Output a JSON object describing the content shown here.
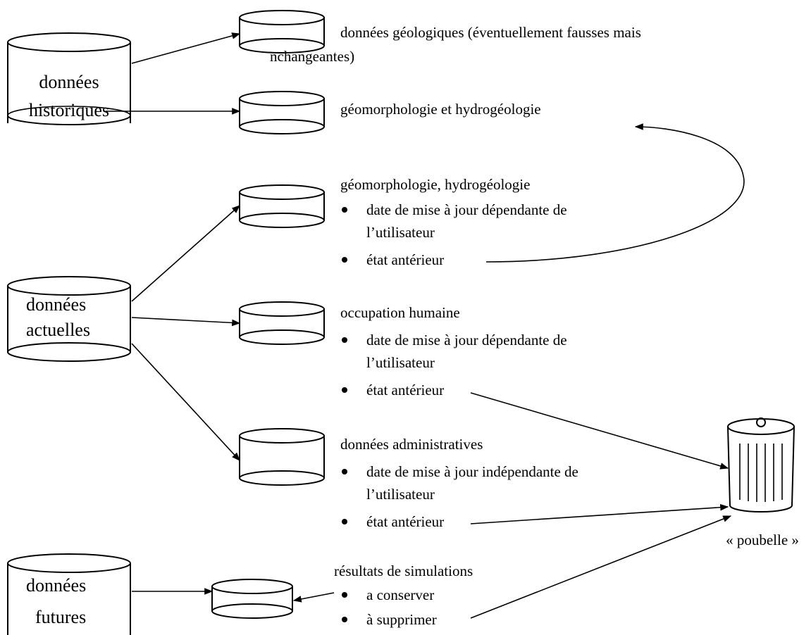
{
  "sources": {
    "historiques": [
      "données",
      "historiques"
    ],
    "actuelles": [
      "données",
      "actuelles"
    ],
    "futures": [
      "données",
      "futures"
    ]
  },
  "geologiques": {
    "line1": "données géologiques (éventuellement fausses mais",
    "line2": "nchangeantes)"
  },
  "geomorpho_hist": {
    "title": "géomorphologie et hydrogéologie"
  },
  "geomorpho_actuel": {
    "title": "géomorphologie, hydrogéologie",
    "item1_line1": "date de mise à jour dépendante de",
    "item1_line2": "l’utilisateur",
    "item2": "état antérieur"
  },
  "occupation": {
    "title": "occupation humaine",
    "item1_line1": "date de mise à jour dépendante de",
    "item1_line2": "l’utilisateur",
    "item2": "état antérieur"
  },
  "administratives": {
    "title": "données administratives",
    "item1_line1": "date de mise à jour indépendante de",
    "item1_line2": "l’utilisateur",
    "item2": "état antérieur"
  },
  "simulations": {
    "title": "résultats de simulations",
    "item1": "a conserver",
    "item2": "à supprimer"
  },
  "bin": {
    "label": "« poubelle »",
    "icon": "trash-bin-icon"
  }
}
